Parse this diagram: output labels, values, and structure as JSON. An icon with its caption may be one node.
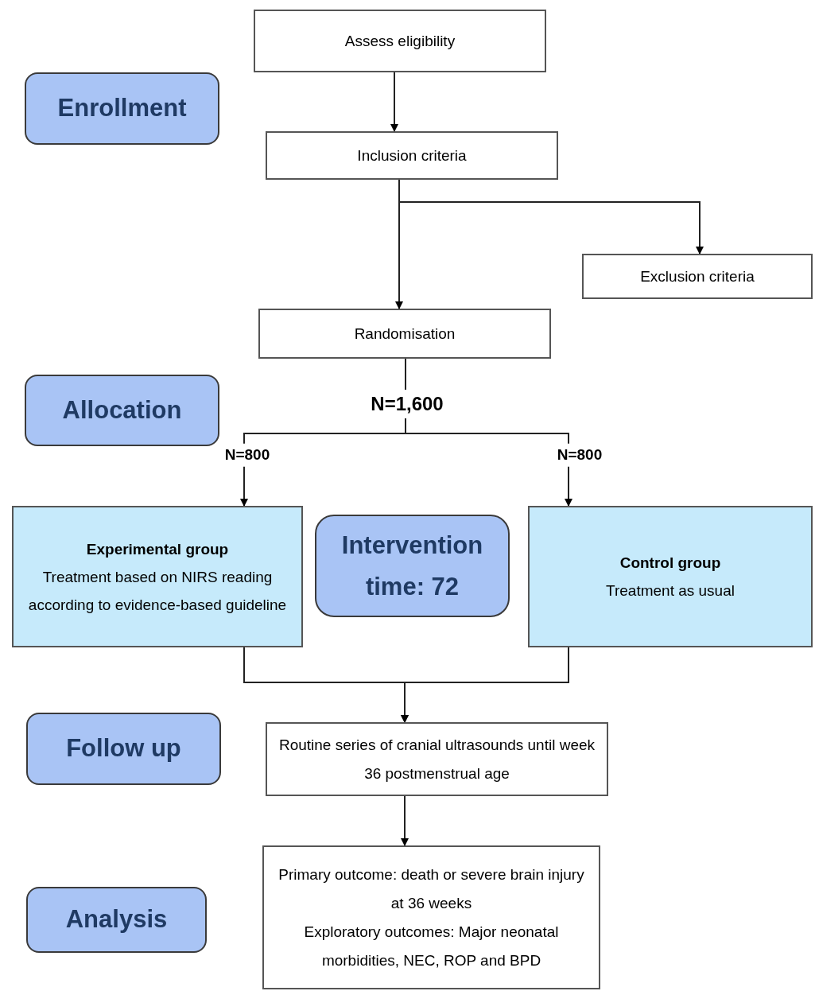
{
  "diagram": {
    "nodes": [
      {
        "text": [
          "Enrollment"
        ]
      },
      {
        "text": [
          "Assess eligibility"
        ]
      },
      {
        "text": [
          "Inclusion criteria"
        ]
      },
      {
        "text": [
          "Exclusion criteria"
        ]
      },
      {
        "text": [
          "Randomisation"
        ]
      },
      {
        "text": [
          "Allocation"
        ]
      },
      {
        "text": [
          "Experimental group",
          "Treatment based on NIRS reading according to evidence-based guideline"
        ]
      },
      {
        "text": [
          "Intervention time: 72"
        ]
      },
      {
        "text": [
          "Control group",
          "Treatment as usual"
        ]
      },
      {
        "text": [
          "Follow up"
        ]
      },
      {
        "text": [
          "Routine series of cranial ultrasounds until week 36 postmenstrual age"
        ]
      },
      {
        "text": [
          "Analysis"
        ]
      },
      {
        "text": [
          "Primary outcome: death or severe brain injury at 36 weeks",
          "Exploratory outcomes: Major neonatal morbidities, NEC, ROP and BPD"
        ]
      }
    ],
    "edges": [
      {
        "from": 1,
        "to": 2,
        "arrow": "to"
      },
      {
        "from": 2,
        "to": 3,
        "arrow": "to"
      },
      {
        "from": 2,
        "to": 4,
        "arrow": "to"
      },
      {
        "from": 4,
        "to": 6,
        "arrow": "to",
        "label": "N=800"
      },
      {
        "from": 4,
        "to": 8,
        "arrow": "to",
        "label": "N=800"
      },
      {
        "from": 6,
        "to": 10,
        "arrow": "to"
      },
      {
        "from": 8,
        "to": 10,
        "arrow": "to"
      },
      {
        "from": 10,
        "to": 12,
        "arrow": "to"
      }
    ],
    "labels": [
      "N=1,600"
    ]
  }
}
